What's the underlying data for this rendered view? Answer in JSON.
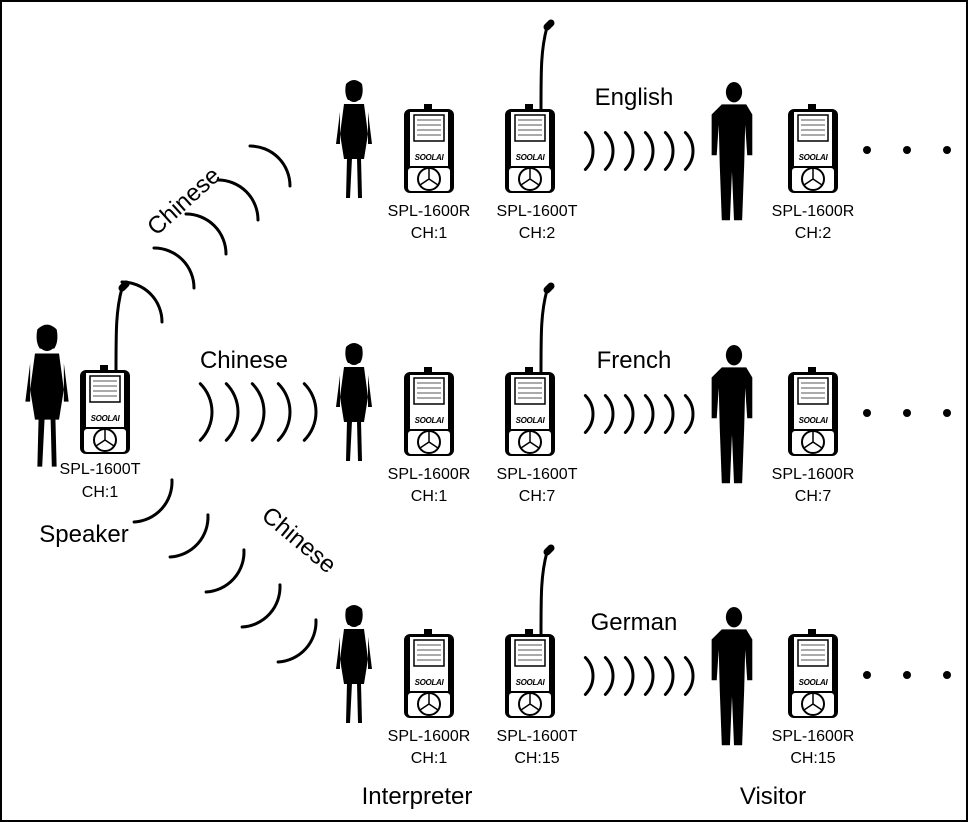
{
  "speaker": {
    "label": "Speaker",
    "device": "SPL-1600T",
    "channel": "CH:1"
  },
  "language_source": "Chinese",
  "rows": [
    {
      "source_language": "Chinese",
      "target_language": "English",
      "interpreter_receiver": {
        "model": "SPL-1600R",
        "channel": "CH:1"
      },
      "interpreter_transmitter": {
        "model": "SPL-1600T",
        "channel": "CH:2"
      },
      "visitor_receiver": {
        "model": "SPL-1600R",
        "channel": "CH:2"
      }
    },
    {
      "source_language": "Chinese",
      "target_language": "French",
      "interpreter_receiver": {
        "model": "SPL-1600R",
        "channel": "CH:1"
      },
      "interpreter_transmitter": {
        "model": "SPL-1600T",
        "channel": "CH:7"
      },
      "visitor_receiver": {
        "model": "SPL-1600R",
        "channel": "CH:7"
      }
    },
    {
      "source_language": "Chinese",
      "target_language": "German",
      "interpreter_receiver": {
        "model": "SPL-1600R",
        "channel": "CH:1"
      },
      "interpreter_transmitter": {
        "model": "SPL-1600T",
        "channel": "CH:15"
      },
      "visitor_receiver": {
        "model": "SPL-1600R",
        "channel": "CH:15"
      }
    }
  ],
  "columns": {
    "interpreter": "Interpreter",
    "visitor": "Visitor"
  },
  "device_brand": "SOOLAI"
}
